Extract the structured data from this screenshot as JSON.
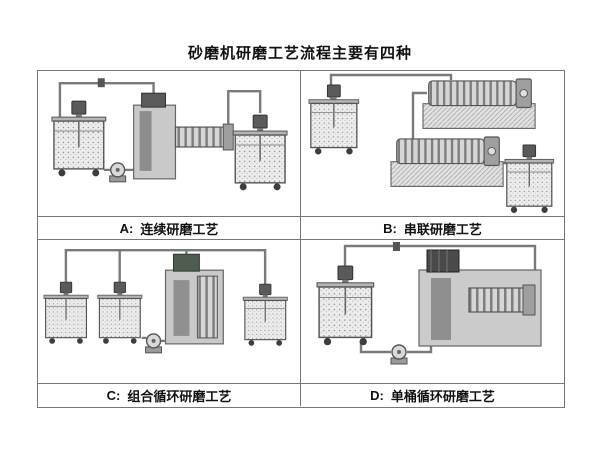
{
  "title": "砂磨机研磨工艺流程主要有四种",
  "panels": [
    {
      "id": "A",
      "label": "A:",
      "caption": "连续研磨工艺"
    },
    {
      "id": "B",
      "label": "B:",
      "caption": "串联研磨工艺"
    },
    {
      "id": "C",
      "label": "C:",
      "caption": "组合循环研磨工艺"
    },
    {
      "id": "D",
      "label": "D:",
      "caption": "单桶循环研磨工艺"
    }
  ],
  "colors": {
    "ink": "#777777",
    "machine_gray": "#c9c9c9",
    "motor_dark": "#4a4a4a"
  }
}
